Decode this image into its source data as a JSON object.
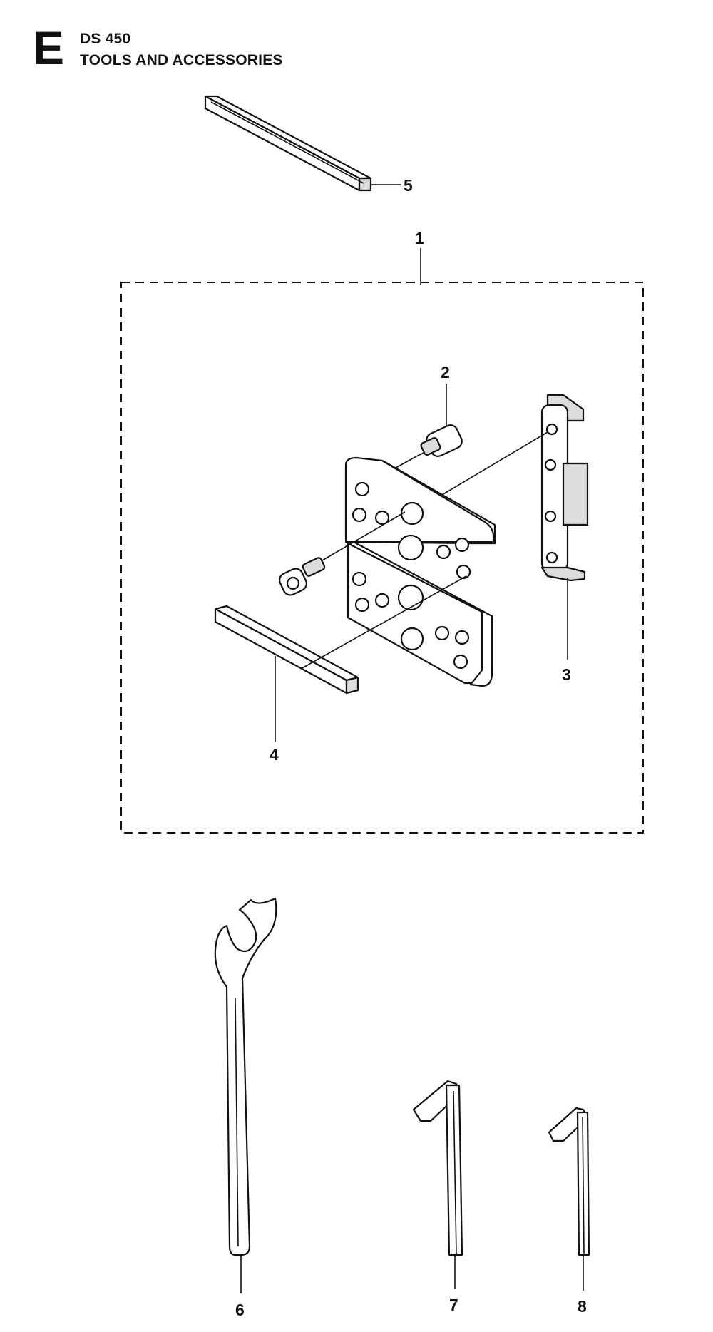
{
  "header": {
    "section": "E",
    "model": "DS 450",
    "title": "TOOLS AND ACCESSORIES"
  },
  "callouts": {
    "c1": "1",
    "c2": "2",
    "c3": "3",
    "c4": "4",
    "c5": "5",
    "c6": "6",
    "c7": "7",
    "c8": "8"
  }
}
